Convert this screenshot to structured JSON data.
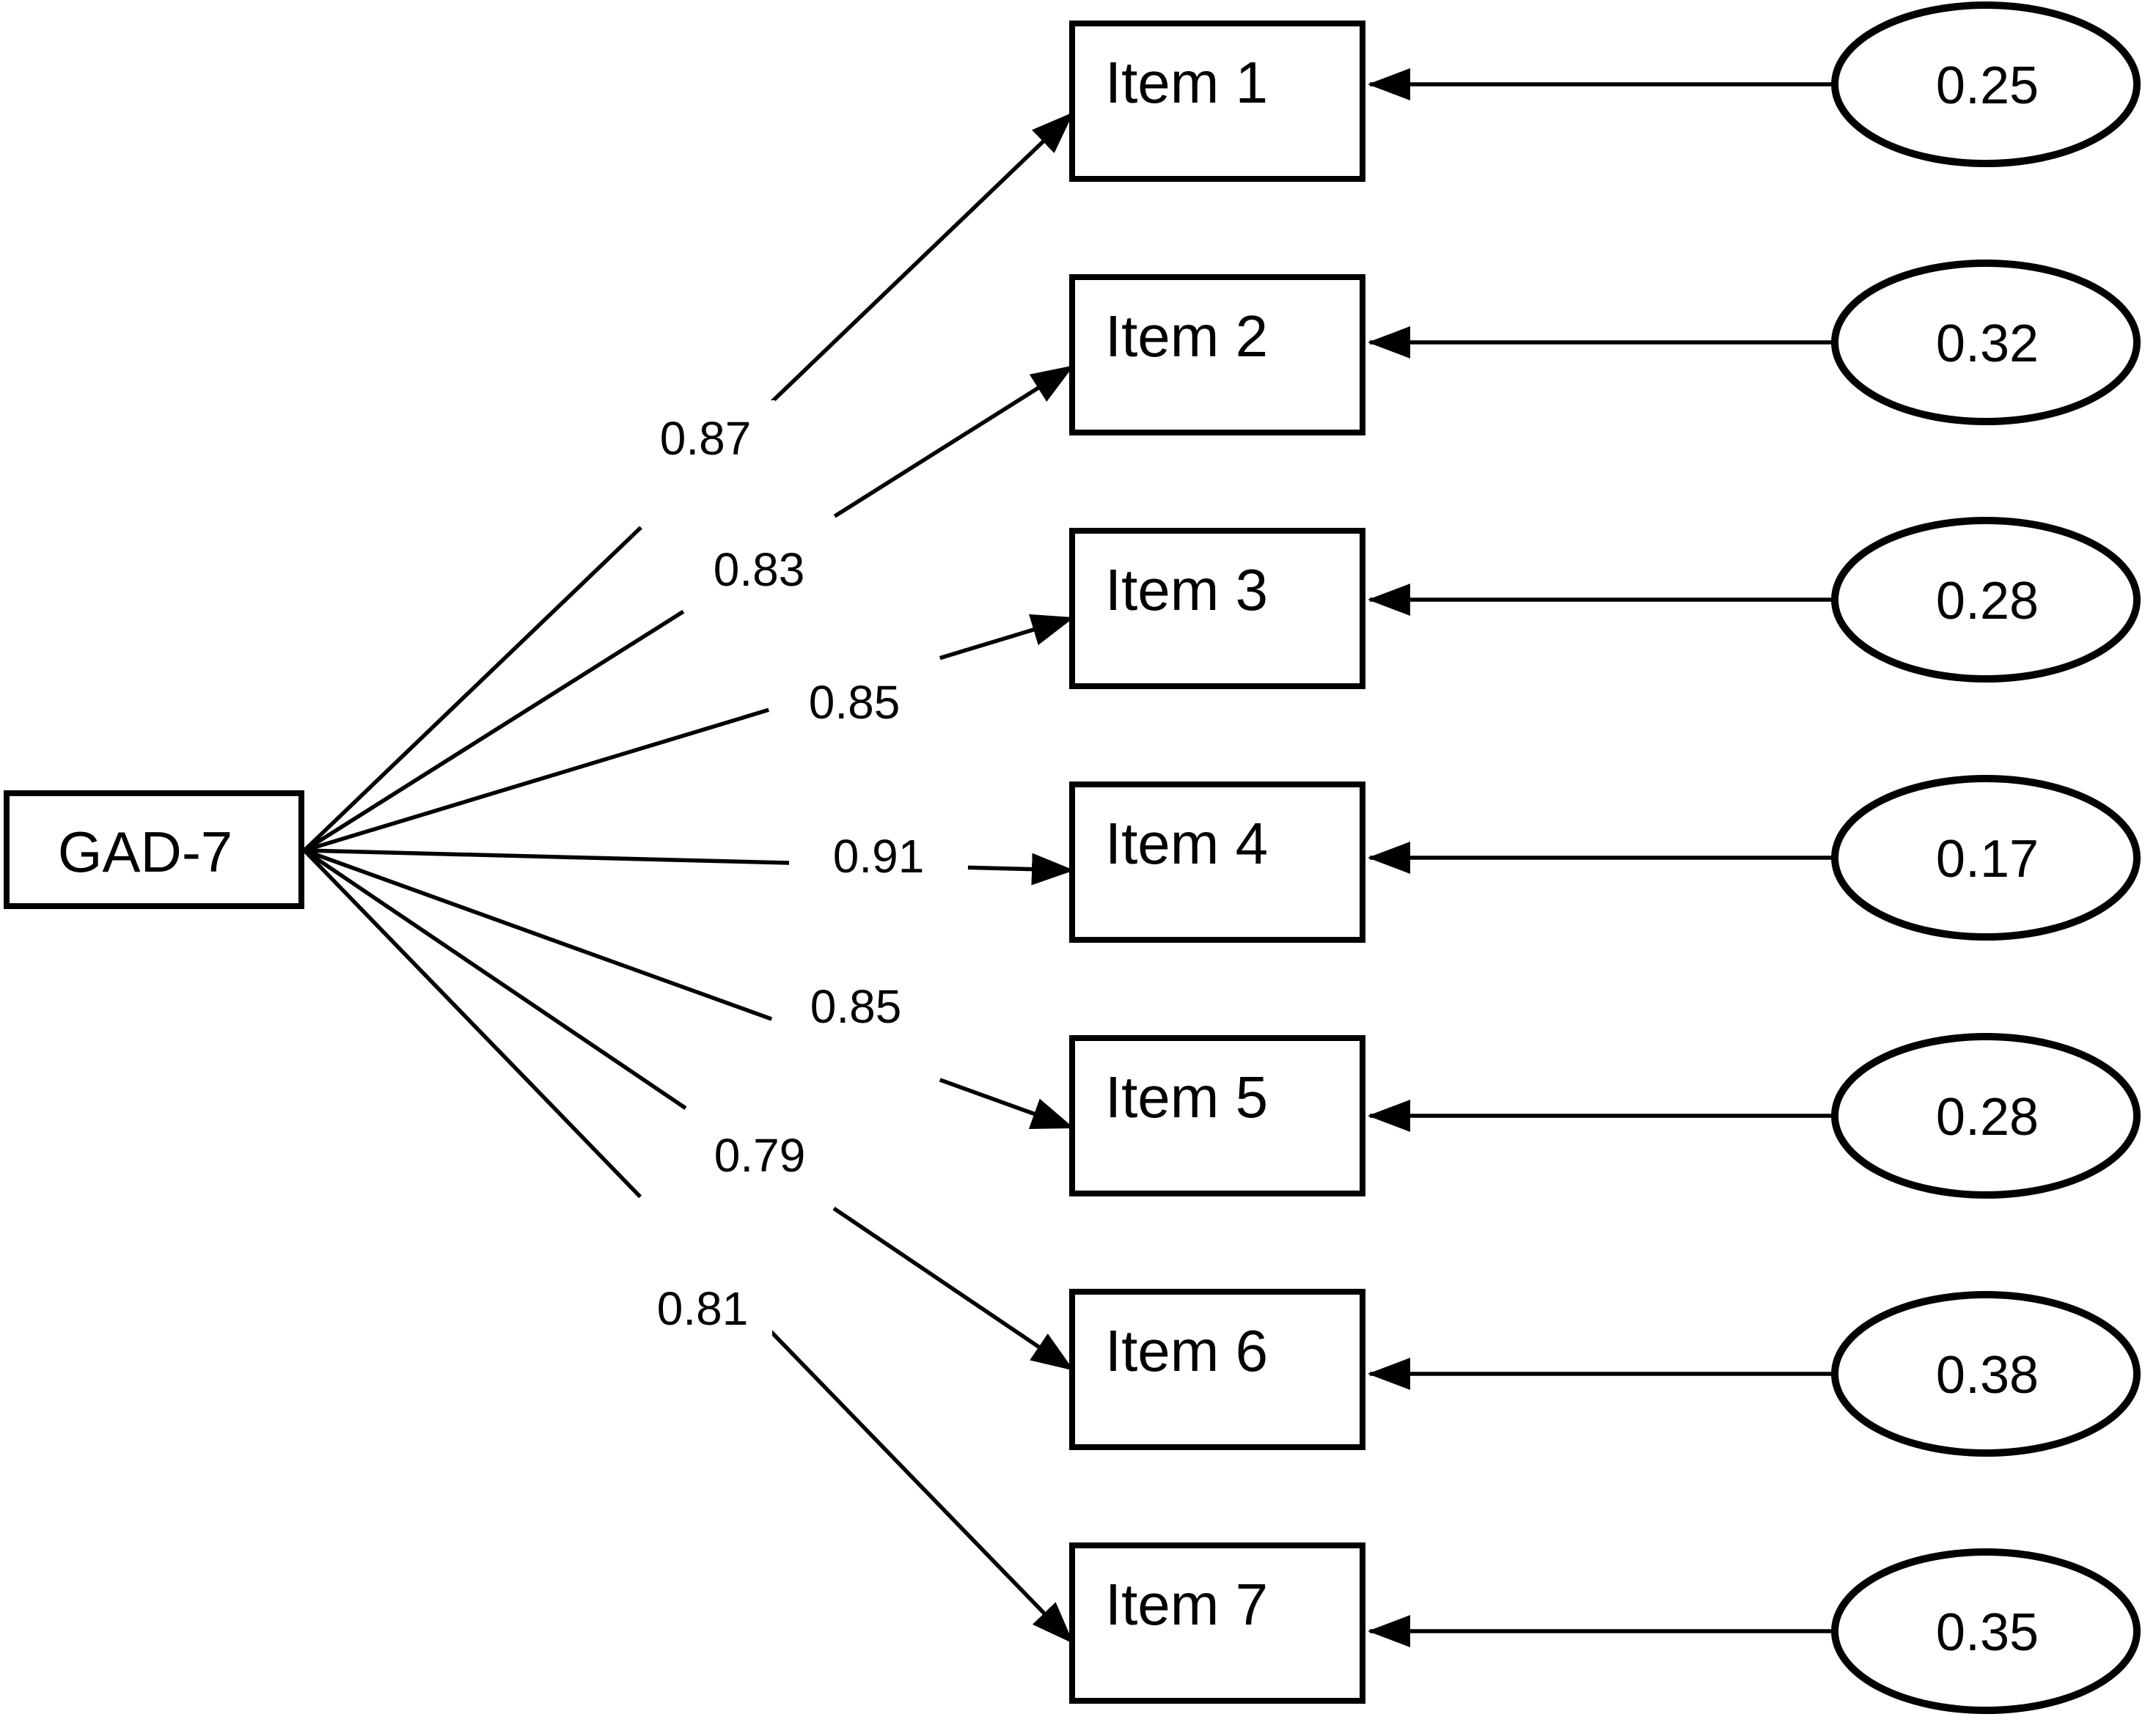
{
  "diagram": {
    "type": "confirmatory-factor-analysis-path-diagram",
    "latent": {
      "label": "GAD-7"
    },
    "items": [
      {
        "label": "Item 1",
        "loading": "0.87",
        "error": "0.25"
      },
      {
        "label": "Item 2",
        "loading": "0.83",
        "error": "0.32"
      },
      {
        "label": "Item 3",
        "loading": "0.85",
        "error": "0.28"
      },
      {
        "label": "Item 4",
        "loading": "0.91",
        "error": "0.17"
      },
      {
        "label": "Item 5",
        "loading": "0.85",
        "error": "0.28"
      },
      {
        "label": "Item 6",
        "loading": "0.79",
        "error": "0.38"
      },
      {
        "label": "Item 7",
        "loading": "0.81",
        "error": "0.35"
      }
    ],
    "colors": {
      "stroke": "#000000",
      "background": "#ffffff"
    }
  }
}
